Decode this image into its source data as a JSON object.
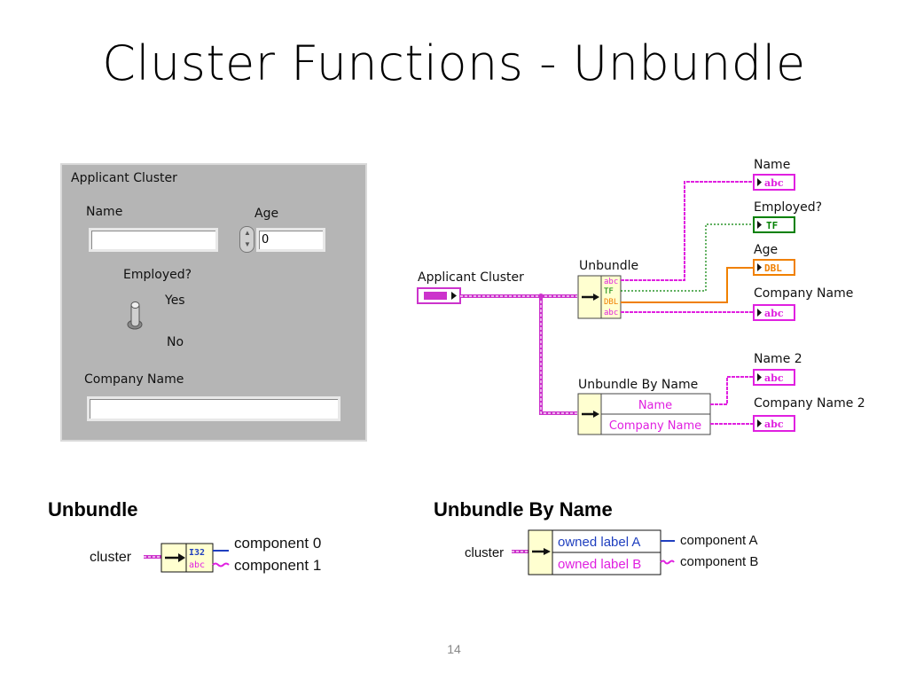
{
  "slide": {
    "title": "Cluster Functions - Unbundle",
    "page_number": "14"
  },
  "front_panel": {
    "cluster_label": "Applicant Cluster",
    "name_label": "Name",
    "name_value": "",
    "age_label": "Age",
    "age_value": "0",
    "employed_label": "Employed?",
    "employed_yes": "Yes",
    "employed_no": "No",
    "company_label": "Company Name",
    "company_value": ""
  },
  "block_diagram": {
    "input_label": "Applicant Cluster",
    "unbundle_label": "Unbundle",
    "unbundle_terms": [
      "abc",
      "TF",
      "DBL",
      "abc"
    ],
    "outputs": [
      {
        "label": "Name",
        "type": "abc",
        "color": "#e020e0"
      },
      {
        "label": "Employed?",
        "type": "TF",
        "color": "#008000"
      },
      {
        "label": "Age",
        "type": "DBL",
        "color": "#f08000"
      },
      {
        "label": "Company Name",
        "type": "abc",
        "color": "#e020e0"
      }
    ],
    "unbundle_by_name_label": "Unbundle By Name",
    "ubn_elements": [
      "Name",
      "Company Name"
    ],
    "ubn_outputs": [
      {
        "label": "Name 2",
        "type": "abc"
      },
      {
        "label": "Company Name 2",
        "type": "abc"
      }
    ],
    "colors": {
      "string": "#e020e0",
      "boolean": "#008000",
      "numeric": "#f08000",
      "cluster": "#cc33cc"
    }
  },
  "legend_unbundle": {
    "heading": "Unbundle",
    "input": "cluster",
    "terms": [
      "I32",
      "abc"
    ],
    "outputs": [
      "component 0",
      "component 1"
    ]
  },
  "legend_ubn": {
    "heading": "Unbundle By Name",
    "input": "cluster",
    "elements": [
      "owned label A",
      "owned label B"
    ],
    "outputs": [
      "component A",
      "component B"
    ]
  }
}
